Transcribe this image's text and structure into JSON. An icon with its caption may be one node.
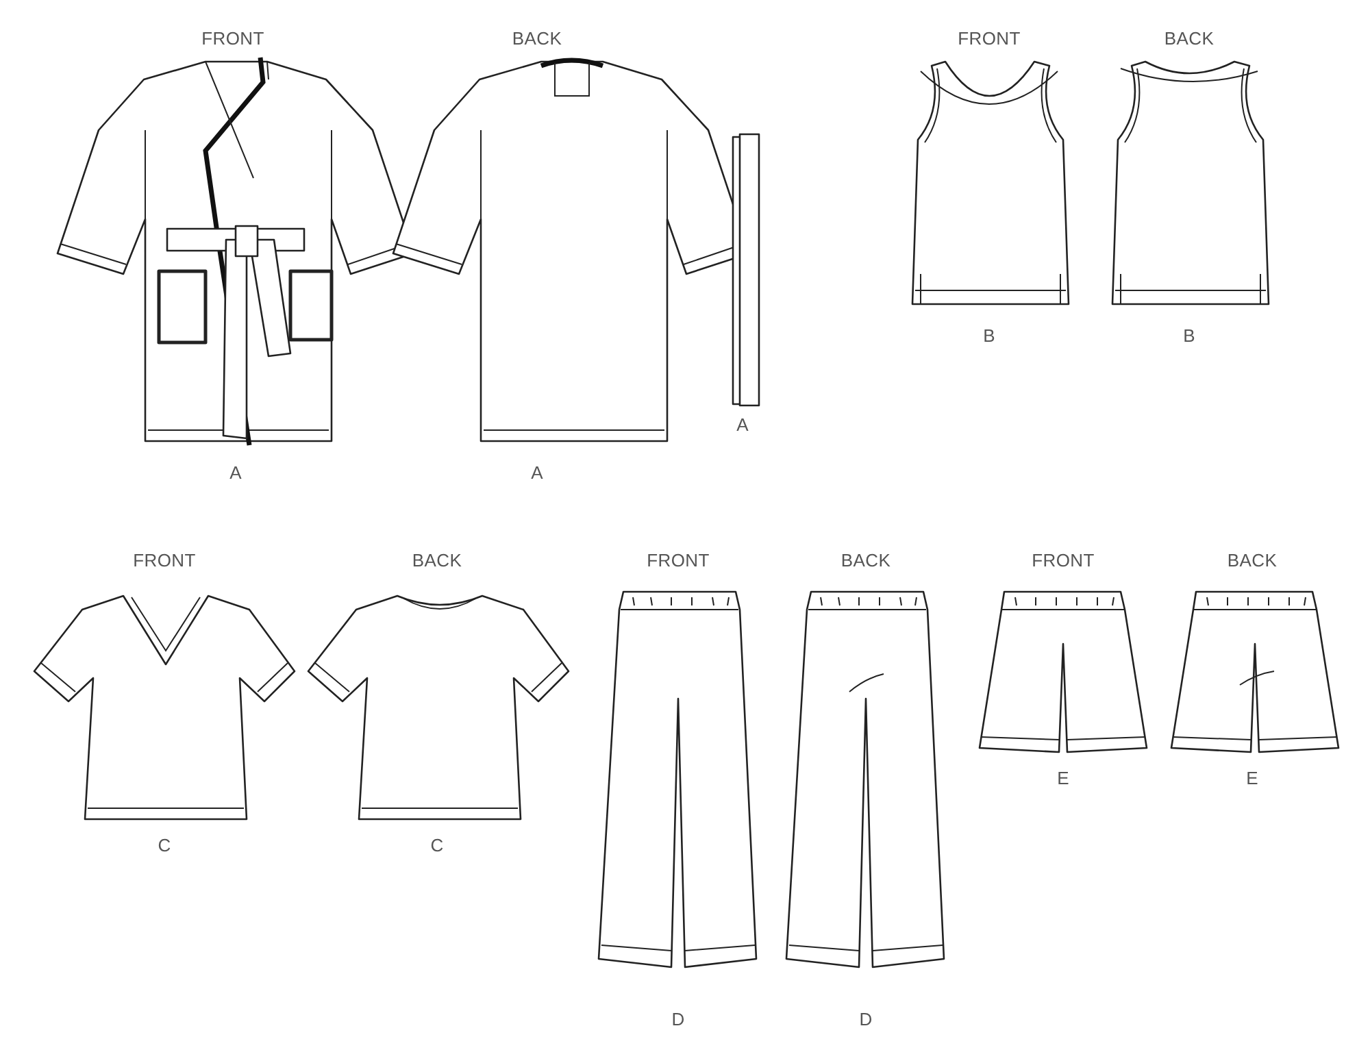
{
  "diagram": {
    "labels": [
      "FRONT",
      "BACK",
      "FRONT",
      "BACK",
      "B",
      "B",
      "A",
      "A",
      "A",
      "FRONT",
      "BACK",
      "FRONT",
      "BACK",
      "FRONT",
      "BACK",
      "E",
      "E",
      "C",
      "C",
      "D",
      "D"
    ]
  }
}
